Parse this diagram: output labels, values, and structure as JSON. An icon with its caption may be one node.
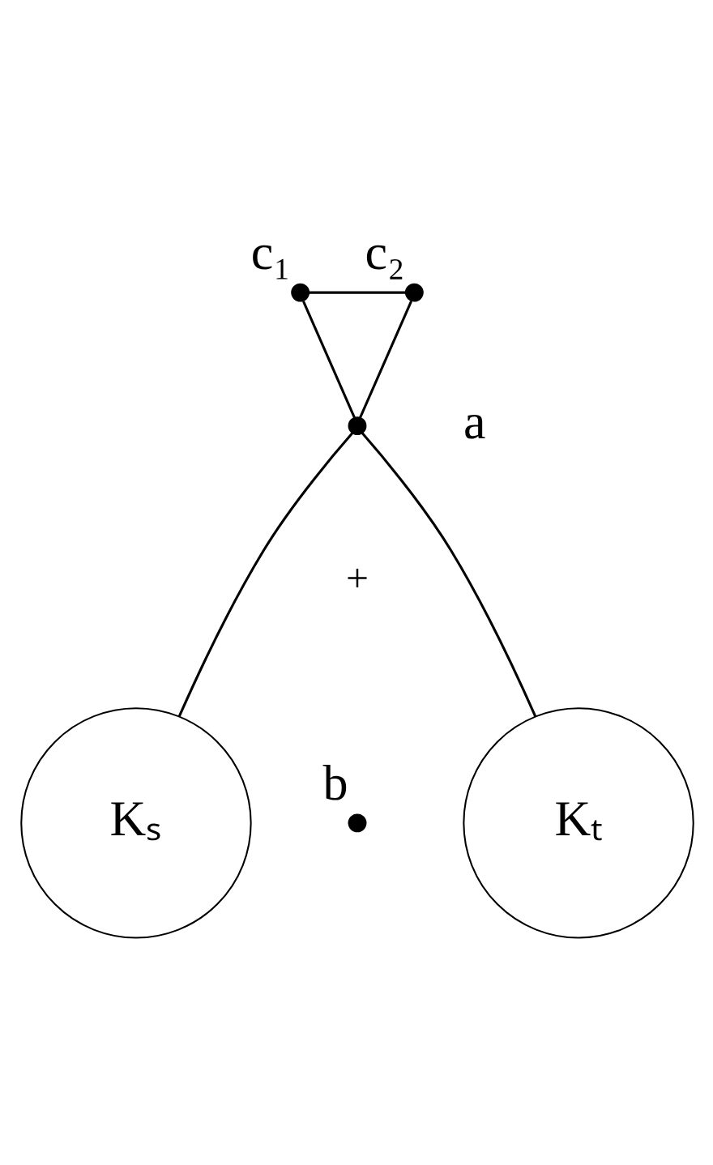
{
  "diagram": {
    "nodes": [
      {
        "text": [],
        "shape": "circle",
        "beside": [
          "c₁"
        ]
      },
      {
        "text": [],
        "shape": "circle",
        "beside": [
          "c₂"
        ]
      },
      {
        "text": [],
        "shape": "circle",
        "beside": [
          "a"
        ]
      },
      {
        "text": [
          "Kₛ"
        ]
      },
      {
        "text": [
          "Kₜ"
        ]
      },
      {
        "text": [],
        "shape": "circle",
        "beside": [
          "b"
        ]
      }
    ],
    "edges": [
      {
        "from": 0,
        "to": 1,
        "arrow": "none"
      },
      {
        "from": 0,
        "to": 2,
        "arrow": "none"
      },
      {
        "from": 1,
        "to": 2,
        "arrow": "none"
      },
      {
        "from": 2,
        "to": 3,
        "arrow": "none"
      },
      {
        "from": 2,
        "to": 4,
        "arrow": "none"
      }
    ],
    "labels": [
      "+"
    ]
  }
}
